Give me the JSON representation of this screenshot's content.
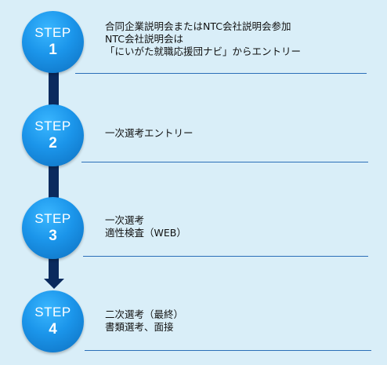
{
  "steps": [
    {
      "label": "STEP",
      "number": "1",
      "lines": [
        "合同企業説明会またはNTC会社説明会参加",
        "NTC会社説明会は",
        "「にいがた就職応援団ナビ」からエントリー"
      ]
    },
    {
      "label": "STEP",
      "number": "2",
      "lines": [
        "一次選考エントリー"
      ]
    },
    {
      "label": "STEP",
      "number": "3",
      "lines": [
        "一次選考",
        "適性検査（WEB）"
      ]
    },
    {
      "label": "STEP",
      "number": "4",
      "lines": [
        "二次選考（最終）",
        "書類選考、面接"
      ]
    }
  ],
  "colors": {
    "background": "#d9eef8",
    "circle": "#1b95ea",
    "connector": "#0a2a5e",
    "rule": "#2b6fb8"
  }
}
